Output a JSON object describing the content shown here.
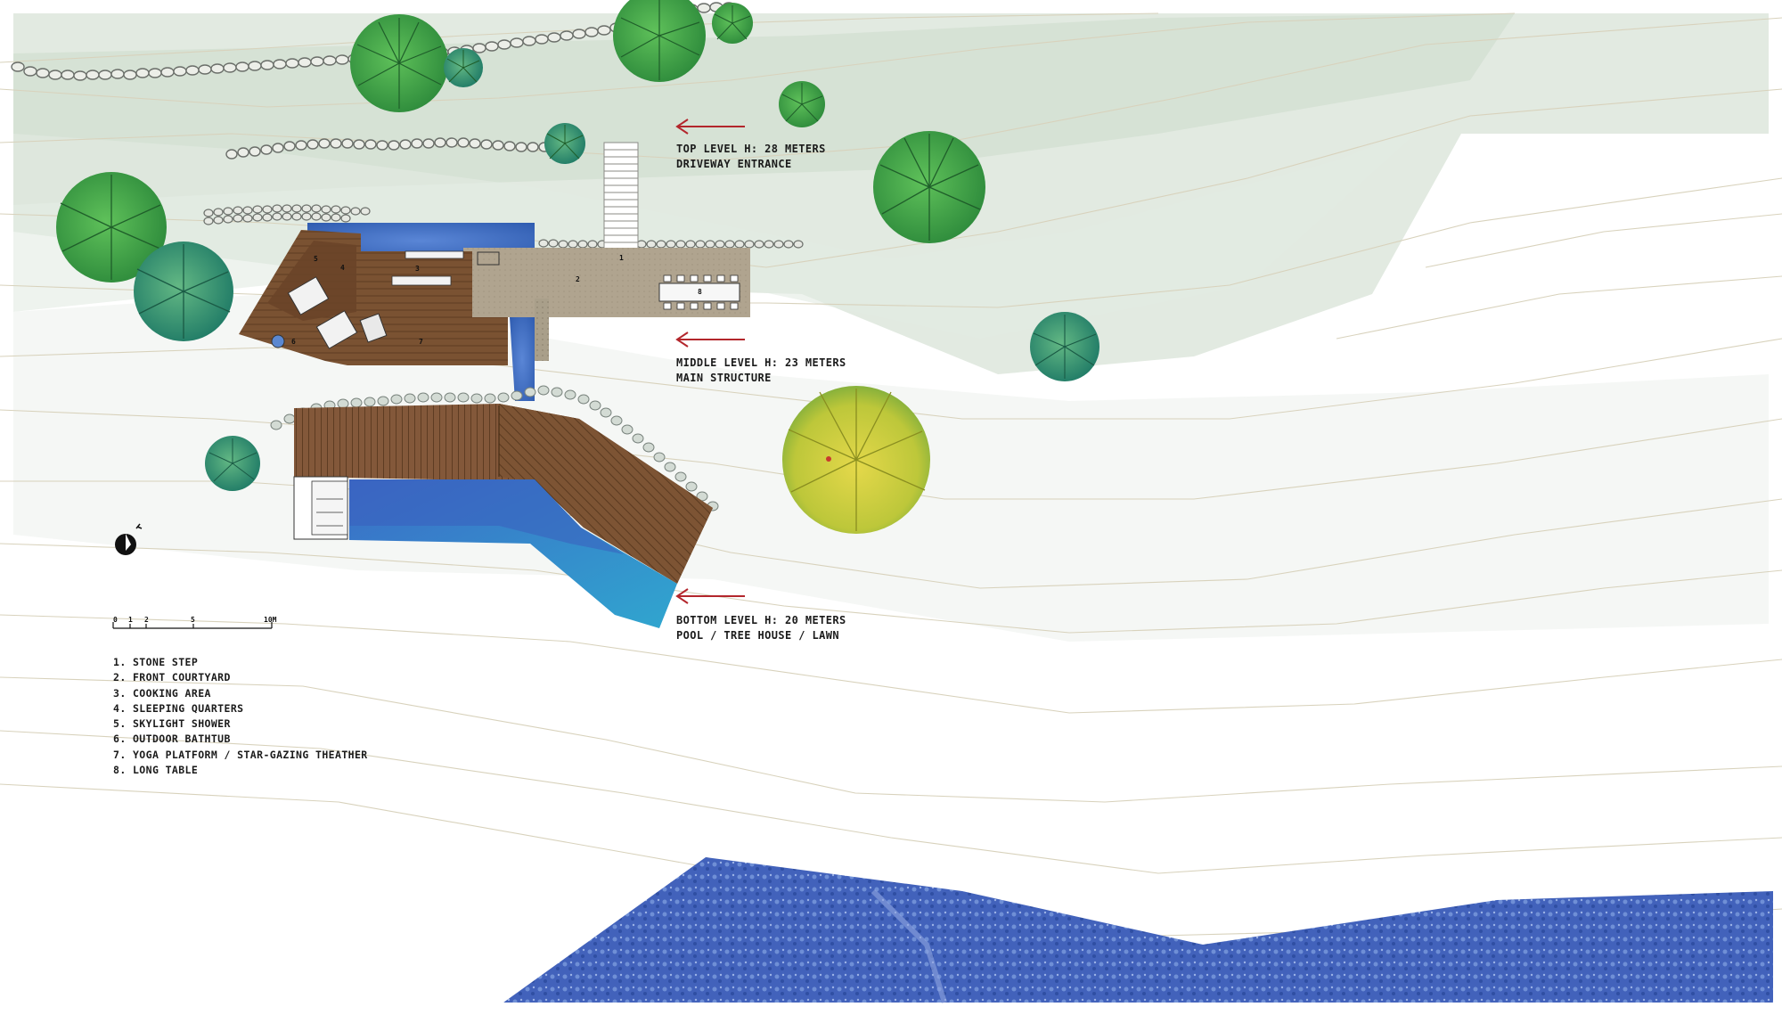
{
  "levels": {
    "top": {
      "height": "TOP LEVEL H: 28 METERS",
      "name": "DRIVEWAY ENTRANCE"
    },
    "middle": {
      "height": "MIDDLE LEVEL H: 23 METERS",
      "name": "MAIN STRUCTURE"
    },
    "bottom": {
      "height": "BOTTOM LEVEL H: 20 METERS",
      "name": "POOL / TREE HOUSE / LAWN"
    }
  },
  "scale_bar": {
    "ticks": [
      "0",
      "1",
      "2",
      "5",
      "10M"
    ]
  },
  "plan_numbers": [
    "1",
    "2",
    "3",
    "4",
    "5",
    "6",
    "7",
    "8"
  ],
  "legend": [
    "1. STONE STEP",
    "2. FRONT COURTYARD",
    "3. COOKING AREA",
    "4. SLEEPING QUARTERS",
    "5. SKYLIGHT SHOWER",
    "6. OUTDOOR BATHTUB",
    "7. YOGA PLATFORM / STAR-GAZING THEATHER",
    "8. LONG TABLE"
  ],
  "colors": {
    "contour": "#d8d2bc",
    "terrain": "#dfe7dd",
    "deck": "#7a5232",
    "pool": "#3f6fc4",
    "river": "#3d5fb8",
    "arrow": "#b3262c",
    "tree": "#3a9a3c",
    "tree_yellow": "#c9c93a"
  }
}
